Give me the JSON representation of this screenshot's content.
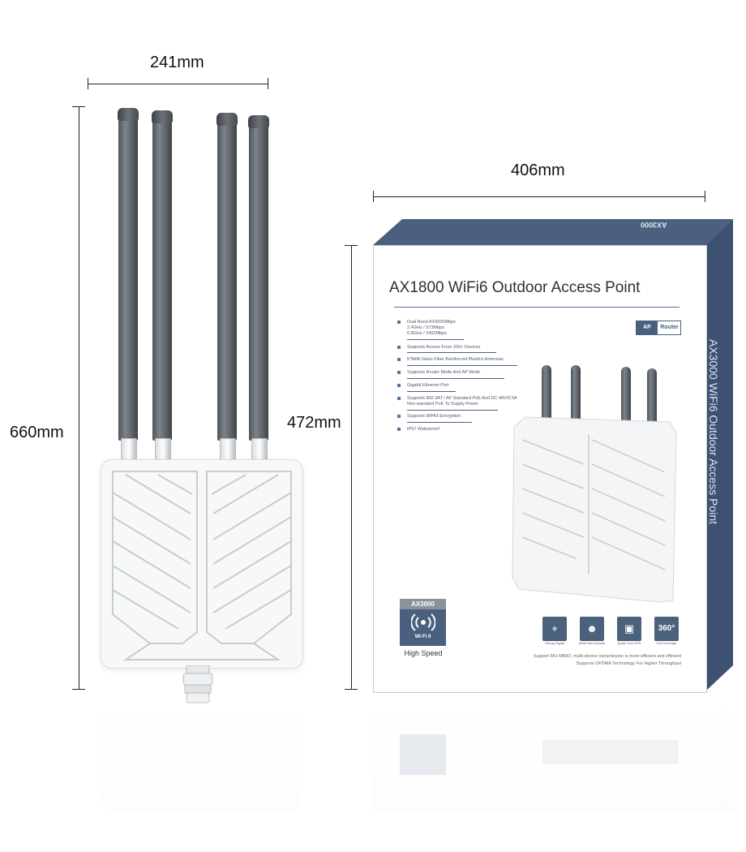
{
  "dimensions": {
    "device_width": "241mm",
    "device_height": "660mm",
    "box_width": "406mm",
    "box_height": "472mm"
  },
  "box": {
    "title": "AX1800 WiFi6 Outdoor Access Point",
    "spine_text": "AX3000 WiFi6 Outdoor Access Point",
    "top_text": "AX3000",
    "mode_toggle": {
      "left": "AP",
      "right": "Router"
    },
    "features": [
      "Dual Band AX3000Mbps",
      "2.4GHz / 573Mbps",
      "5.8GHz / 2402Mbps",
      "Supports Access From 200+ Devices",
      "5*8dBi Glass Fiber Reinforced Plastics Antennas",
      "Supports Router Mode And AP Mode",
      "Gigabit Ethernet Port",
      "Supports 802.3AT / AF Standard PoE And DC 48V/0.5A",
      "Non-standard PoE To Supply Power",
      "Supports WPA3 Encryption",
      "IP67 Waterproof"
    ],
    "badge": {
      "top": "AX3000",
      "bottom": "Wi-Fi 6",
      "caption": "High Speed"
    },
    "icons": [
      {
        "name": "antenna-icon",
        "glyph": "⌖",
        "caption": "Strong Signal"
      },
      {
        "name": "users-icon",
        "glyph": "☻",
        "caption": "Multi User Access"
      },
      {
        "name": "chip-icon",
        "glyph": "▣",
        "caption": "Quad Core CPU"
      },
      {
        "name": "coverage-icon",
        "glyph": "360°",
        "caption": "Full Coverage"
      }
    ],
    "footnote_1": "Support MU-MIMO, multi-device transmission is more efficient and efficient",
    "footnote_2": "Supports OFDMA Technology For Higher Throughput"
  },
  "colors": {
    "box_blue": "#445a78",
    "box_blue_dark": "#34475f",
    "antenna_gray": "#6b7177",
    "device_white": "#f7f8f8"
  }
}
